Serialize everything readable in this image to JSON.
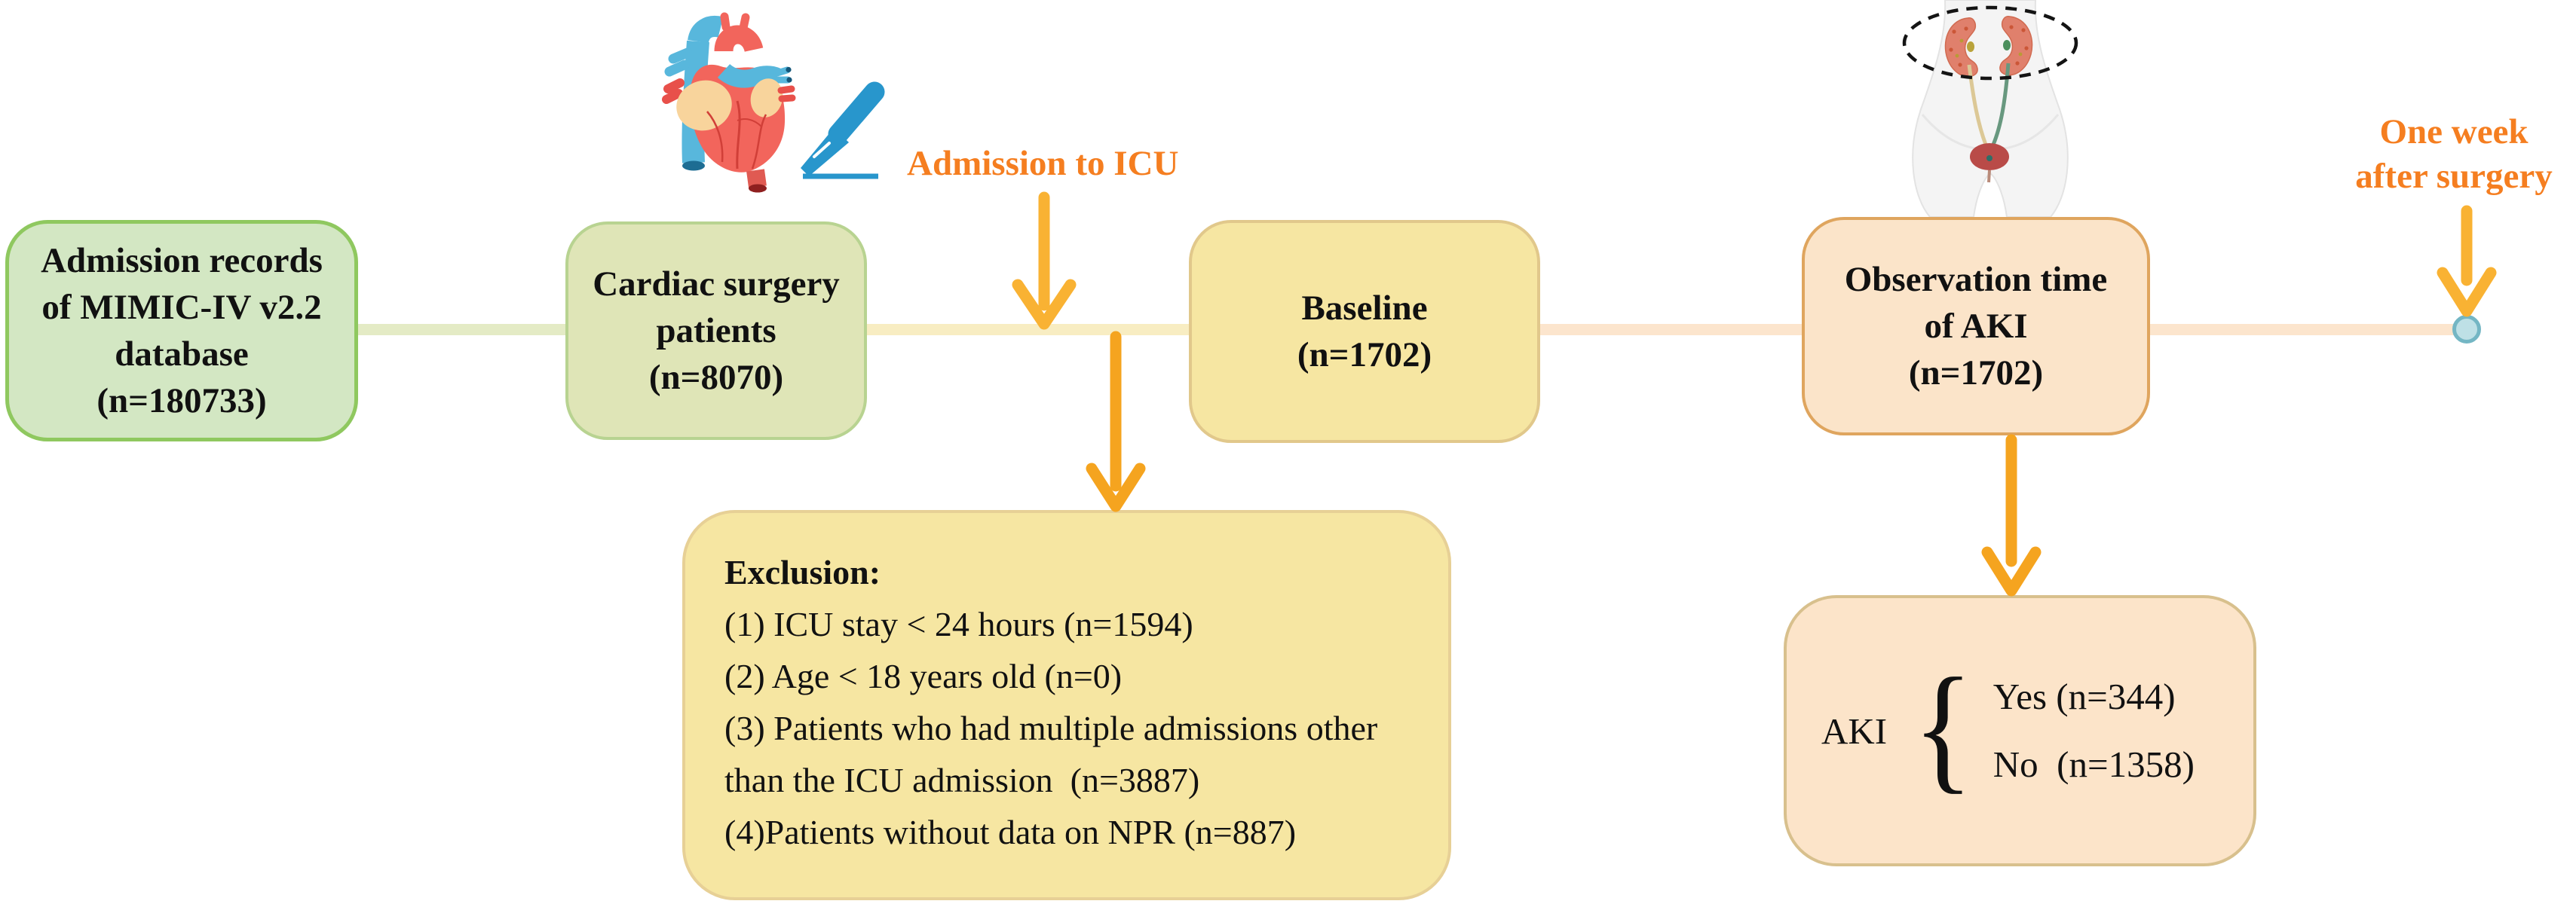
{
  "boxes": [
    {
      "id": "admission-records",
      "lines": [
        "Admission records",
        "of MIMIC-IV v2.2",
        "database",
        "(n=180733)"
      ]
    },
    {
      "id": "cardiac-surgery",
      "lines": [
        "Cardiac surgery",
        "patients",
        "(n=8070)"
      ]
    },
    {
      "id": "baseline",
      "lines": [
        "Baseline",
        "(n=1702)"
      ]
    },
    {
      "id": "observation-time",
      "lines": [
        "Observation time",
        "of AKI",
        "(n=1702)"
      ]
    }
  ],
  "exclusion_box": {
    "title": "Exclusion:",
    "items": [
      "(1) ICU stay < 24 hours (n=1594)",
      "(2) Age < 18 years old (n=0)",
      "(3) Patients who had multiple admissions other than the ICU admission  (n=3887)",
      "(4)Patients without data on NPR (n=887)"
    ]
  },
  "aki_box": {
    "label": "AKI",
    "brace": "{",
    "yes": "Yes (n=344)",
    "no": "No  (n=1358)"
  },
  "annotations": {
    "admission_to_icu": "Admission to ICU",
    "one_week_line1": "One week",
    "one_week_line2": "after surgery"
  },
  "icons": {
    "heart": "heart-scalpel-illustration",
    "kidney": "kidney-urinary-system-illustration",
    "endpoint": "timeline-endpoint-dot",
    "arrows": [
      "icu-arrow",
      "exclusion-arrow",
      "aki-arrow",
      "one-week-arrow"
    ]
  },
  "colors": {
    "green_box_fill": "#d3e7c3",
    "green_box_border": "#8fc85f",
    "olive_box_fill": "#dfe5b7",
    "olive_box_border": "#b8d391",
    "yellow_box_fill": "#f6e6a2",
    "yellow_box_border": "#e1c88b",
    "peach_box_fill": "#fbe4c9",
    "peach_box_border": "#dfa55e",
    "exclusion_border": "#e7d096",
    "aki_border": "#d8c08d",
    "arrow_amber": "#f5a41f",
    "arrow_amber_light": "#f9b233",
    "annotation_orange": "#f57e20",
    "timeline_green": "#e4ebc5",
    "timeline_yellow": "#f8edc2",
    "timeline_peach": "#fce5cd",
    "dot_fill": "#bee0e6",
    "dot_border": "#74b6c4"
  }
}
